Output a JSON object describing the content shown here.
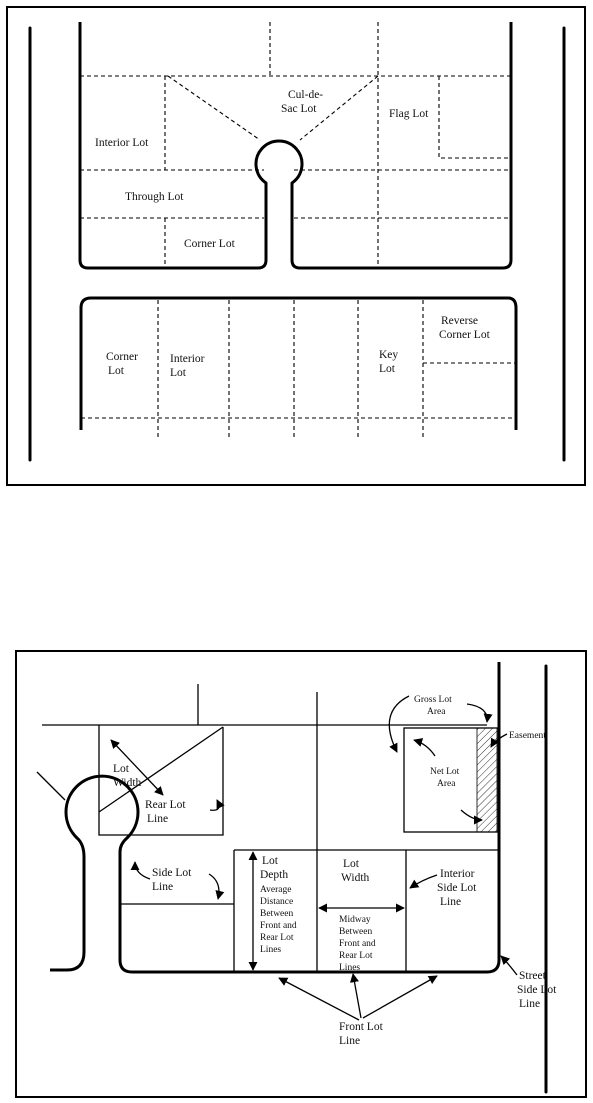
{
  "top_diagram": {
    "labels": {
      "cul_de_sac_lot": [
        "Cul-de-",
        "Sac Lot"
      ],
      "flag_lot": "Flag Lot",
      "interior_lot_upper": "Interior Lot",
      "through_lot": "Through Lot",
      "corner_lot_upper": "Corner Lot",
      "corner_lot_lower": [
        "Corner",
        "Lot"
      ],
      "interior_lot_lower": [
        "Interior",
        "Lot"
      ],
      "key_lot": [
        "Key",
        "Lot"
      ],
      "reverse_corner_lot": [
        "Reverse",
        "Corner Lot"
      ]
    }
  },
  "bottom_diagram": {
    "labels": {
      "gross_lot_area": [
        "Gross Lot",
        "Area"
      ],
      "easement": "Easement",
      "net_lot_area": [
        "Net Lot",
        "Area"
      ],
      "lot_width_diagonal": [
        "Lot",
        "Width"
      ],
      "rear_lot_line": [
        "Rear Lot",
        "Line"
      ],
      "side_lot_line": [
        "Side Lot",
        "Line"
      ],
      "lot_depth": [
        "Lot",
        "Depth"
      ],
      "lot_depth_note": [
        "Average",
        "Distance",
        "Between",
        "Front and",
        "Rear Lot",
        "Lines"
      ],
      "lot_width": [
        "Lot",
        "Width"
      ],
      "lot_width_note": [
        "Midway",
        "Between",
        "Front and",
        "Rear Lot",
        "Lines"
      ],
      "interior_side_lot_line": [
        "Interior",
        "Side Lot",
        "Line"
      ],
      "street_side_lot_line": [
        "Street",
        "Side Lot",
        "Line"
      ],
      "front_lot_line": [
        "Front Lot",
        "Line"
      ]
    }
  }
}
